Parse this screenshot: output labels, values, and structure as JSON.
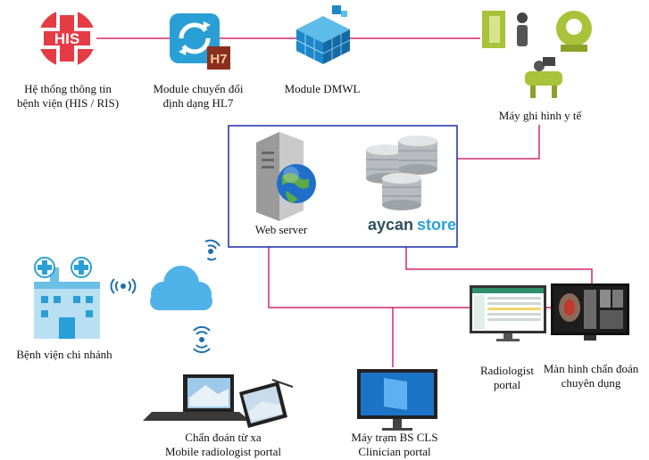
{
  "nodes": {
    "his": {
      "icon_text": "HIS",
      "label": [
        "Hệ thống thông tin",
        "bệnh viện (HIS / RIS)"
      ]
    },
    "hl7": {
      "icon_text": "H7",
      "label": [
        "Module chuyển đổi",
        "định dạng HL7"
      ]
    },
    "dmwl": {
      "label": [
        "Module DMWL"
      ]
    },
    "imaging": {
      "label": [
        "Máy ghi hình y tế"
      ]
    },
    "server_web": {
      "label": "Web server"
    },
    "server_store": {
      "brand_a": "aycan",
      "brand_b": "store"
    },
    "branch": {
      "label": [
        "Bệnh viện chi nhánh"
      ]
    },
    "remote": {
      "label": [
        "Chẩn đoán từ xa",
        "Mobile radiologist portal"
      ]
    },
    "clinician": {
      "label": [
        "Máy trạm BS CLS",
        "Clinician portal"
      ]
    },
    "radiologist": {
      "label": [
        "Radiologist",
        "portal"
      ]
    },
    "diagnostic": {
      "label": [
        "Màn hình chẩn đoán",
        "chuyên dụng"
      ]
    }
  },
  "colors": {
    "link": "#d1286e",
    "server_box": "#1a2aa8",
    "icon_blue": "#2a9fd6",
    "his_red": "#e53b45",
    "dmwl_blue": "#1c87c9",
    "hl7_brown": "#8a2f1d",
    "imaging_green": "#a8c23a",
    "aycan_dark": "#2f4f5f",
    "store_blue": "#2aa3d8"
  }
}
